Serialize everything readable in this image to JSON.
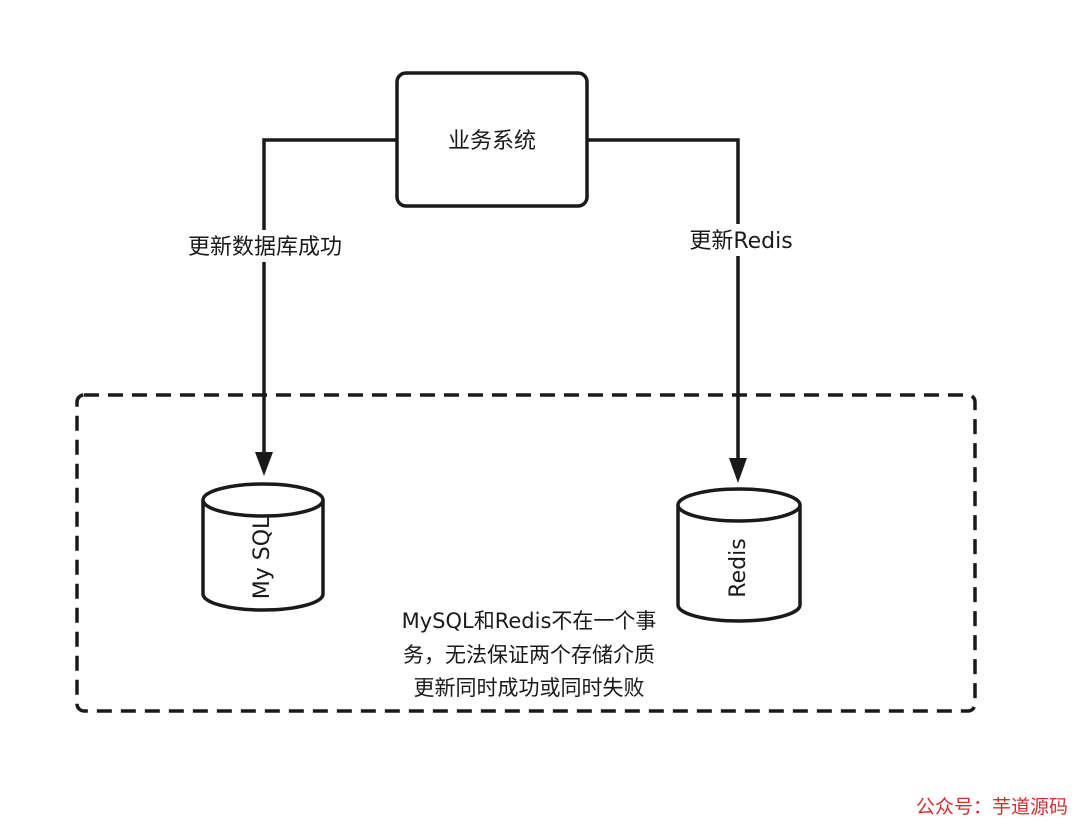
{
  "nodes": {
    "system": {
      "label": "业务系统"
    },
    "mysql": {
      "label": "My SQL"
    },
    "redis": {
      "label": "Redis"
    }
  },
  "edges": {
    "to_mysql": {
      "label": "更新数据库成功"
    },
    "to_redis": {
      "label": "更新Redis"
    }
  },
  "group": {
    "note_lines": [
      "MySQL和Redis不在一个事",
      "务，无法保证两个存储介质",
      "更新同时成功或同时失败"
    ]
  },
  "watermark": {
    "text": "公众号：芋道源码"
  },
  "colors": {
    "stroke": "#1a1a1a",
    "watermark": "#d42f2f",
    "background": "#ffffff"
  }
}
